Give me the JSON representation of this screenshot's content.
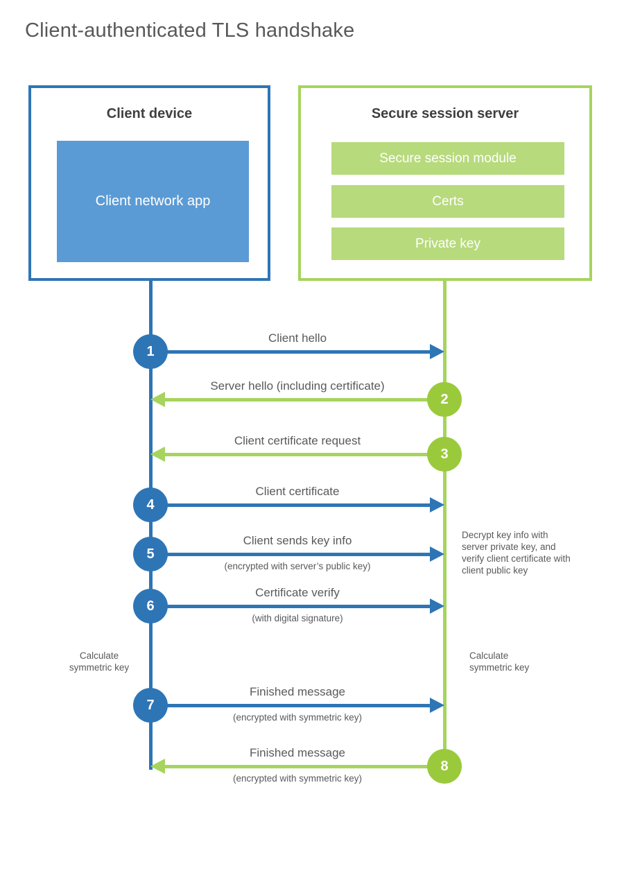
{
  "page": {
    "title": "Client-authenticated TLS handshake"
  },
  "colors": {
    "client_accent": "#2e75b6",
    "client_fill": "#5b9bd5",
    "server_accent": "#a6d45e",
    "server_circle": "#9aca3c",
    "server_fill": "#b7da7c",
    "text_gray": "#58595b",
    "heading_gray": "#3f3f3f"
  },
  "client_box": {
    "title": "Client device",
    "app_label": "Client network app"
  },
  "server_box": {
    "title": "Secure session server",
    "modules": [
      "Secure session module",
      "Certs",
      "Private key"
    ]
  },
  "steps": [
    {
      "num": "1",
      "label": "Client hello",
      "direction": "client-to-server"
    },
    {
      "num": "2",
      "label": "Server hello (including certificate)",
      "direction": "server-to-client"
    },
    {
      "num": "3",
      "label": "Client certificate request",
      "direction": "server-to-client"
    },
    {
      "num": "4",
      "label": "Client certificate",
      "direction": "client-to-server"
    },
    {
      "num": "5",
      "label": "Client sends key info",
      "sublabel": "(encrypted with server’s public key)",
      "direction": "client-to-server"
    },
    {
      "num": "6",
      "label": "Certificate verify",
      "sublabel": "(with digital signature)",
      "direction": "client-to-server"
    },
    {
      "num": "7",
      "label": "Finished message",
      "sublabel": "(encrypted with symmetric key)",
      "direction": "client-to-server"
    },
    {
      "num": "8",
      "label": "Finished message",
      "sublabel": "(encrypted with symmetric key)",
      "direction": "server-to-client"
    }
  ],
  "notes": {
    "decrypt": "Decrypt key info with server private key, and verify client certificate with client public key",
    "calc_left": "Calculate symmetric key",
    "calc_right": "Calculate symmetric key"
  }
}
